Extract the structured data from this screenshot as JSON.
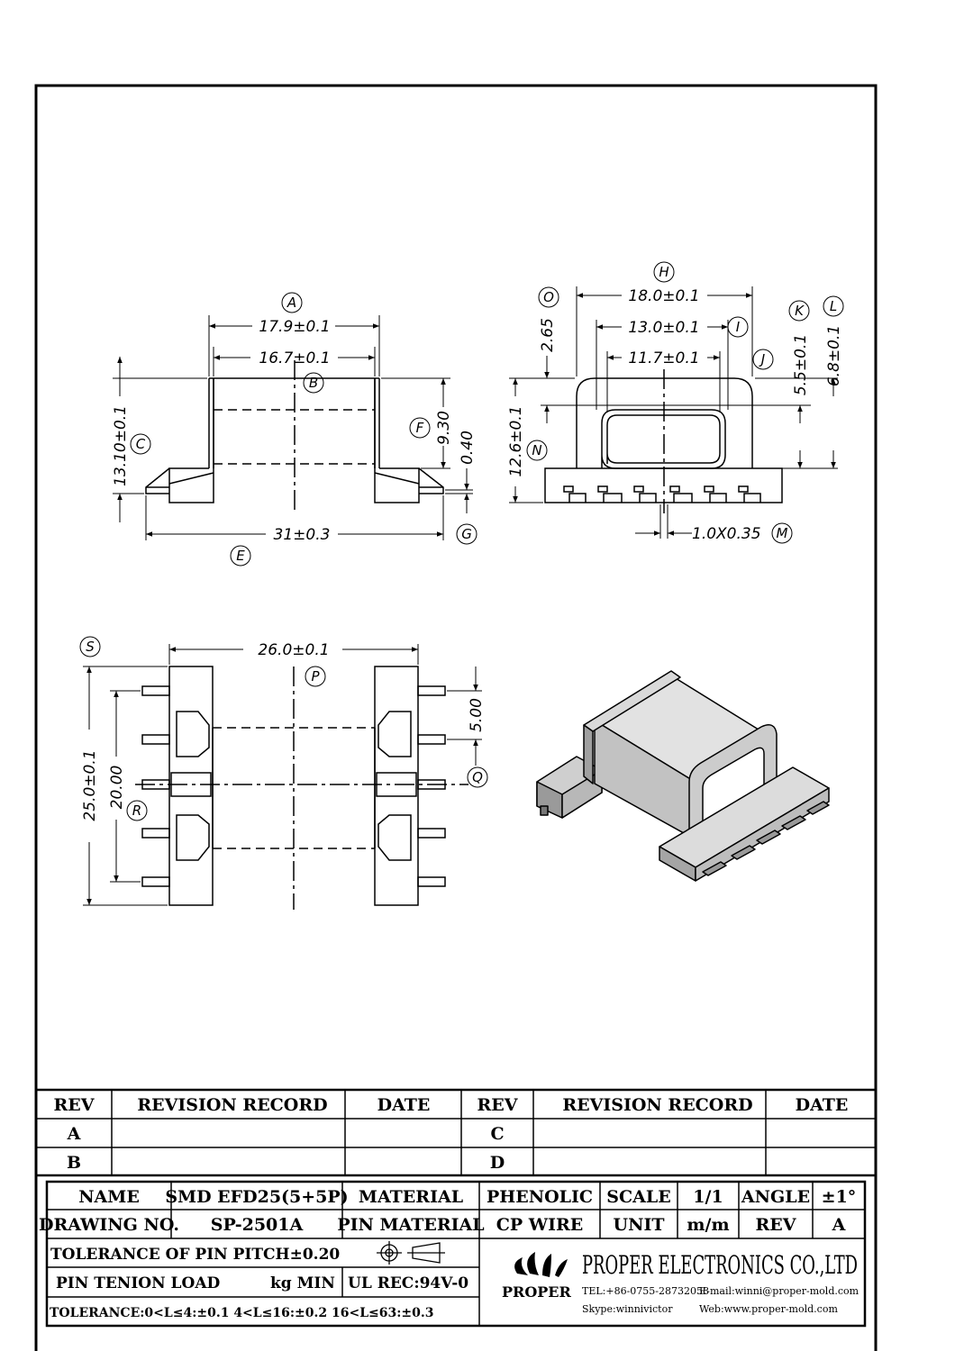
{
  "views": {
    "front": {
      "dim_A": "17.9±0.1",
      "dim_B": "16.7±0.1",
      "dim_C": "13.10±0.1",
      "dim_F": "9.30",
      "dim_G": "0.40",
      "dim_E": "31±0.3",
      "labels": {
        "A": "A",
        "B": "B",
        "C": "C",
        "E": "E",
        "F": "F",
        "G": "G"
      }
    },
    "side": {
      "dim_H": "18.0±0.1",
      "dim_I": "13.0±0.1",
      "dim_J": "11.7±0.1",
      "dim_O": "2.65",
      "dim_N": "12.6±0.1",
      "dim_K": "5.5±0.1",
      "dim_L": "6.8±0.1",
      "dim_M": "1.0X0.35",
      "labels": {
        "H": "H",
        "I": "I",
        "J": "J",
        "K": "K",
        "L": "L",
        "M": "M",
        "N": "N",
        "O": "O"
      }
    },
    "bottom": {
      "dim_P": "26.0±0.1",
      "dim_S": "25.0±0.1",
      "dim_R": "20.00",
      "dim_Q": "5.00",
      "labels": {
        "P": "P",
        "Q": "Q",
        "R": "R",
        "S": "S"
      }
    }
  },
  "revision_table": {
    "headers": [
      "REV",
      "REVISION RECORD",
      "DATE",
      "REV",
      "REVISION RECORD",
      "DATE"
    ],
    "rows": [
      [
        "A",
        "",
        "",
        "C",
        "",
        ""
      ],
      [
        "B",
        "",
        "",
        "D",
        "",
        ""
      ]
    ]
  },
  "title_block": {
    "name_label": "NAME",
    "name_value": "SMD EFD25(5+5P)",
    "material_label": "MATERIAL",
    "material_value": "PHENOLIC",
    "scale_label": "SCALE",
    "scale_value": "1/1",
    "angle_label": "ANGLE",
    "angle_value": "±1°",
    "drawing_no_label": "DRAWING NO.",
    "drawing_no_value": "SP-2501A",
    "pin_material_label": "PIN MATERIAL",
    "pin_material_value": "CP WIRE",
    "unit_label": "UNIT",
    "unit_value": "m/m",
    "rev_label": "REV",
    "rev_value": "A",
    "tol_pin_pitch": "TOLERANCE OF PIN PITCH±0.20",
    "pin_tension_label": "PIN TENION LOAD",
    "pin_tension_unit": "kg MIN",
    "ul_rec": "UL REC:94V-0",
    "tolerance": "TOLERANCE:0<L≤4:±0.1  4<L≤16:±0.2  16<L≤63:±0.3",
    "company": "PROPER ELECTRONICS CO.,LTD",
    "logo_text": "PROPER",
    "tel": "TEL:+86-0755-28732058",
    "email": "E-mail:winni@proper-mold.com",
    "skype": "Skype:winnivictor",
    "web": "Web:www.proper-mold.com"
  }
}
